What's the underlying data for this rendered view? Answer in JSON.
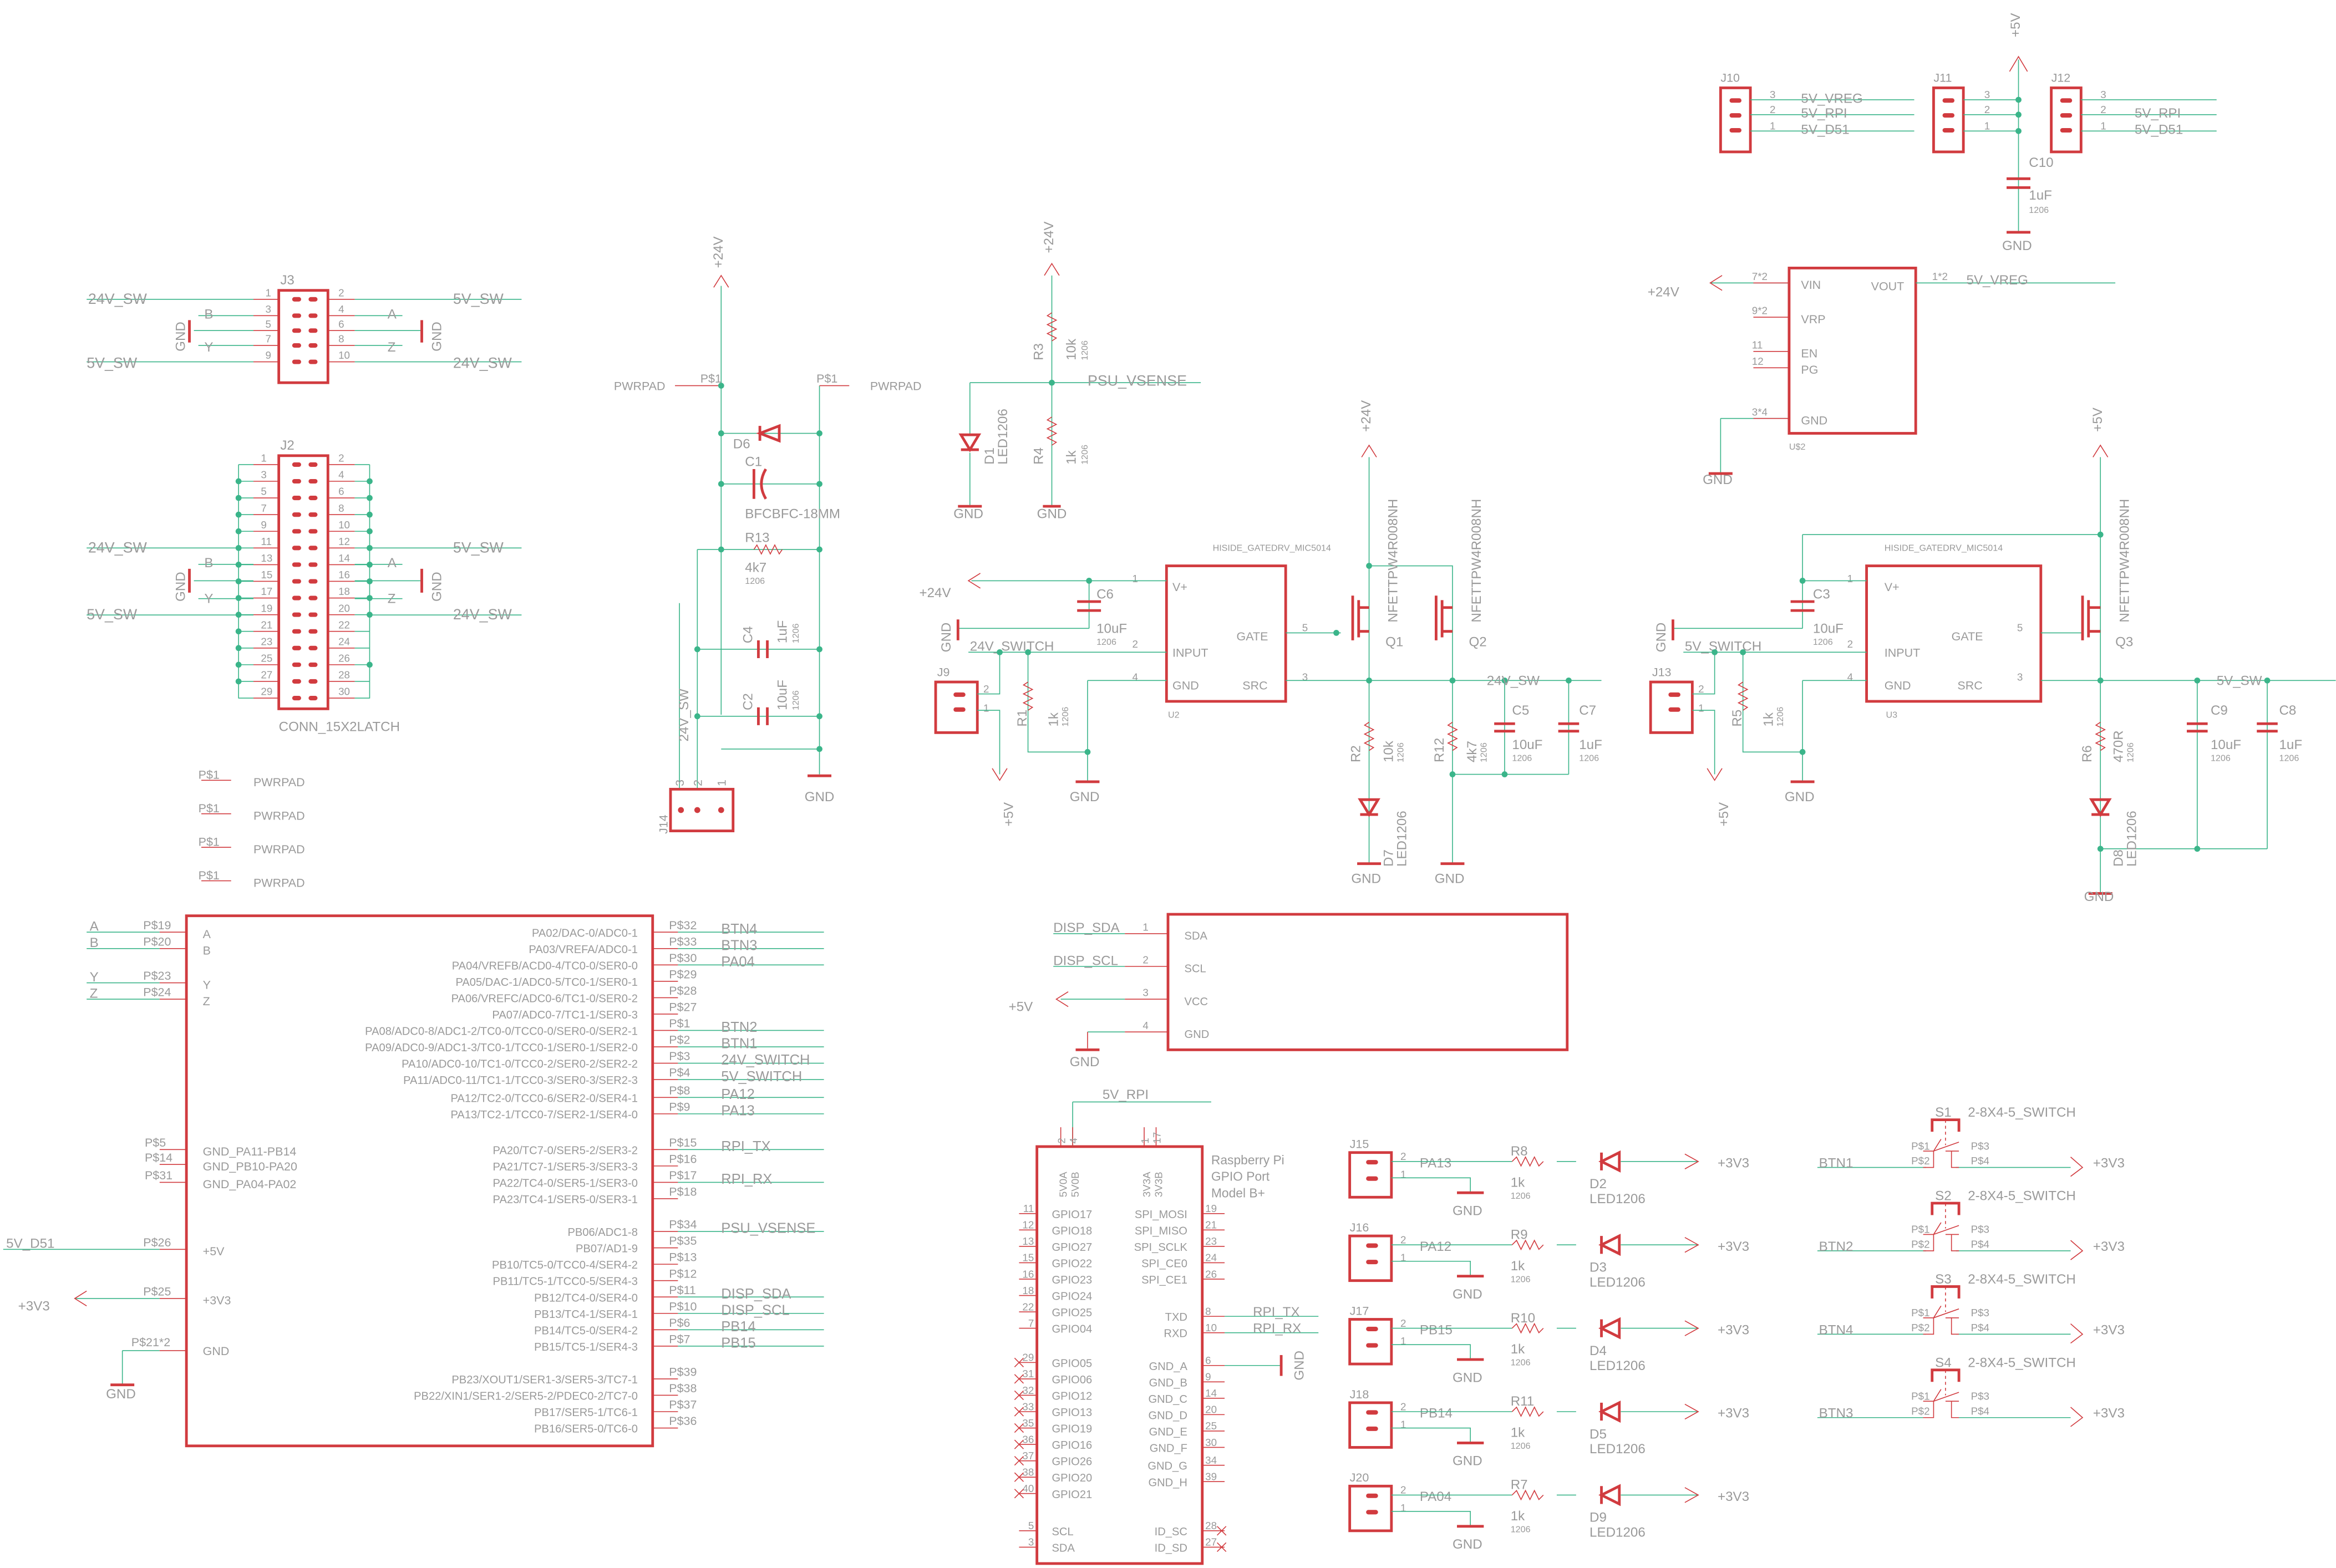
{
  "colors": {
    "wire": "#3bb58a",
    "symbol": "#d13b3f",
    "text": "#9a9a9a"
  },
  "j3": {
    "ref": "J3",
    "left_pins": [
      "1",
      "3",
      "5",
      "7",
      "9"
    ],
    "right_pins": [
      "2",
      "4",
      "6",
      "8",
      "10"
    ],
    "left_nets": [
      "24V_SW",
      "B",
      "",
      "Y",
      "5V_SW"
    ],
    "right_nets": [
      "5V_SW",
      "A",
      "",
      "Z",
      "24V_SW"
    ],
    "gnd": "GND"
  },
  "j2": {
    "ref": "J2",
    "part": "CONN_15X2LATCH",
    "left_pins": [
      "1",
      "3",
      "5",
      "7",
      "9",
      "11",
      "13",
      "15",
      "17",
      "19",
      "21",
      "23",
      "25",
      "27",
      "29"
    ],
    "right_pins": [
      "2",
      "4",
      "6",
      "8",
      "10",
      "12",
      "14",
      "16",
      "18",
      "20",
      "22",
      "24",
      "26",
      "28",
      "30"
    ],
    "net_24v_l": "24V_SW",
    "net_b": "B",
    "net_y": "Y",
    "net_5v_l": "5V_SW",
    "net_5v_r": "5V_SW",
    "net_a": "A",
    "net_z": "Z",
    "net_24v_r": "24V_SW",
    "gnd": "GND"
  },
  "pwrpads": [
    {
      "pin": "P$1",
      "name": "PWRPAD"
    },
    {
      "pin": "P$1",
      "name": "PWRPAD"
    },
    {
      "pin": "P$1",
      "name": "PWRPAD"
    },
    {
      "pin": "P$1",
      "name": "PWRPAD"
    }
  ],
  "psu_input": {
    "supply": "+24V",
    "pad_left": {
      "pin": "P$1",
      "name": "PWRPAD"
    },
    "pad_right": {
      "pin": "P$1",
      "name": "PWRPAD"
    },
    "d6": "D6",
    "c1": "C1",
    "c1_val": "BFCBFC-18MM",
    "r13": "R13",
    "r13_val": "4k7",
    "r13_pkg": "1206",
    "c4": "C4",
    "c4_val": "1uF",
    "c4_pkg": "1206",
    "c2": "C2",
    "c2_val": "10uF",
    "c2_pkg": "1206",
    "j14": "J14",
    "j14_pins": [
      "3",
      "2",
      "1"
    ],
    "net": "24V_SW",
    "gnd": "GND"
  },
  "vsense": {
    "supply": "+24V",
    "r3": "R3",
    "r3_val": "10k",
    "r3_pkg": "1206",
    "r4": "R4",
    "r4_val": "1k",
    "r4_pkg": "1206",
    "d1": "D1",
    "d1_val": "LED1206",
    "net": "PSU_VSENSE",
    "gnd": "GND"
  },
  "u2": {
    "title": "HISIDE_GATEDRV_MIC5014",
    "ref": "U2",
    "pins": {
      "vplus": "V+",
      "input": "INPUT",
      "gnd": "GND",
      "gate": "GATE",
      "src": "SRC"
    },
    "pin_nums": {
      "vplus": "1",
      "input": "2",
      "gnd": "4",
      "gate": "5",
      "src": "3"
    },
    "supply": "+24V",
    "supply2": "+24V",
    "c6": "C6",
    "c6_val": "10uF",
    "c6_pkg": "1206",
    "net_in": "24V_SWITCH",
    "j9": "J9",
    "j9_pins": [
      "2",
      "1"
    ],
    "r1": "R1",
    "r1_val": "1k",
    "r1_pkg": "1206",
    "plus5": "+5V",
    "q1": "Q1",
    "q2": "Q2",
    "fet": "NFETTPW4R008NH",
    "net_out": "24V_SW",
    "c5": "C5",
    "c5_val": "10uF",
    "c5_pkg": "1206",
    "c7": "C7",
    "c7_val": "1uF",
    "c7_pkg": "1206",
    "r2": "R2",
    "r2_val": "10k",
    "r2_pkg": "1206",
    "r12": "R12",
    "r12_val": "4k7",
    "r12_pkg": "1206",
    "d7": "D7",
    "d7_val": "LED1206",
    "gnd": "GND"
  },
  "power_sel": {
    "plus5": "+5V",
    "j10": "J10",
    "j11": "J11",
    "j12": "J12",
    "pins": [
      "3",
      "2",
      "1"
    ],
    "nets_left": [
      "5V_VREG",
      "5V_RPI",
      "5V_D51"
    ],
    "nets_right": [
      "5V_RPI",
      "5V_D51"
    ],
    "c10": "C10",
    "c10_val": "1uF",
    "c10_pkg": "1206",
    "gnd": "GND"
  },
  "us2": {
    "ref": "U$2",
    "supply": "+24V",
    "pins_left": [
      {
        "num": "7*2",
        "name": "VIN"
      },
      {
        "num": "9*2",
        "name": "VRP"
      },
      {
        "num": "11",
        "name": "EN"
      },
      {
        "num": "12",
        "name": "PG"
      },
      {
        "num": "3*4",
        "name": "GND"
      }
    ],
    "pin_right": {
      "num": "1*2",
      "name": "VOUT"
    },
    "net_out": "5V_VREG",
    "gnd": "GND"
  },
  "u3": {
    "title": "HISIDE_GATEDRV_MIC5014",
    "ref": "U3",
    "pins": {
      "vplus": "V+",
      "input": "INPUT",
      "gnd": "GND",
      "gate": "GATE",
      "src": "SRC"
    },
    "pin_nums": {
      "vplus": "1",
      "input": "2",
      "gnd": "4",
      "gate": "5",
      "src": "3"
    },
    "supply": "+5V",
    "c3": "C3",
    "c3_val": "10uF",
    "c3_pkg": "1206",
    "net_in": "5V_SWITCH",
    "j13": "J13",
    "j13_pins": [
      "2",
      "1"
    ],
    "r5": "R5",
    "r5_val": "1k",
    "r5_pkg": "1206",
    "plus5": "+5V",
    "q3": "Q3",
    "fet": "NFETTPW4R008NH",
    "net_out": "5V_SW",
    "c9": "C9",
    "c9_val": "10uF",
    "c9_pkg": "1206",
    "c8": "C8",
    "c8_val": "1uF",
    "c8_pkg": "1206",
    "r6": "R6",
    "r6_val": "470R",
    "r6_pkg": "1206",
    "d8": "D8",
    "d8_val": "LED1206",
    "gnd": "GND"
  },
  "mcu": {
    "left_top": [
      {
        "net": "A",
        "pin": "P$19",
        "name": "A"
      },
      {
        "net": "B",
        "pin": "P$20",
        "name": "B"
      },
      {
        "net": "Y",
        "pin": "P$23",
        "name": "Y"
      },
      {
        "net": "Z",
        "pin": "P$24",
        "name": "Z"
      }
    ],
    "left_gnd": [
      {
        "pin": "P$5",
        "name": "GND_PA11-PB14"
      },
      {
        "pin": "P$14",
        "name": "GND_PB10-PA20"
      },
      {
        "pin": "P$31",
        "name": "GND_PA04-PA02"
      }
    ],
    "left_pwr": [
      {
        "net": "5V_D51",
        "pin": "P$26",
        "name": "+5V"
      },
      {
        "net": "+3V3",
        "pin": "P$25",
        "name": "+3V3"
      },
      {
        "net": "GND",
        "pin": "P$21*2",
        "name": "GND"
      }
    ],
    "right": [
      {
        "name": "PA02/DAC-0/ADC0-1",
        "pin": "P$32",
        "net": "BTN4"
      },
      {
        "name": "PA03/VREFA/ADC0-1",
        "pin": "P$33",
        "net": "BTN3"
      },
      {
        "name": "PA04/VREFB/ACD0-4/TC0-0/SER0-0",
        "pin": "P$30",
        "net": "PA04"
      },
      {
        "name": "PA05/DAC-1/ADC0-5/TC0-1/SER0-1",
        "pin": "P$29",
        "net": ""
      },
      {
        "name": "PA06/VREFC/ADC0-6/TC1-0/SER0-2",
        "pin": "P$28",
        "net": ""
      },
      {
        "name": "PA07/ADC0-7/TC1-1/SER0-3",
        "pin": "P$27",
        "net": ""
      },
      {
        "name": "PA08/ADC0-8/ADC1-2/TC0-0/TCC0-0/SER0-0/SER2-1",
        "pin": "P$1",
        "net": "BTN2"
      },
      {
        "name": "PA09/ADC0-9/ADC1-3/TC0-1/TCC0-1/SER0-1/SER2-0",
        "pin": "P$2",
        "net": "BTN1"
      },
      {
        "name": "PA10/ADC0-10/TC1-0/TCC0-2/SER0-2/SER2-2",
        "pin": "P$3",
        "net": "24V_SWITCH"
      },
      {
        "name": "PA11/ADC0-11/TC1-1/TCC0-3/SER0-3/SER2-3",
        "pin": "P$4",
        "net": "5V_SWITCH"
      },
      {
        "name": "PA12/TC2-0/TCC0-6/SER2-0/SER4-1",
        "pin": "P$8",
        "net": "PA12"
      },
      {
        "name": "PA13/TC2-1/TCC0-7/SER2-1/SER4-0",
        "pin": "P$9",
        "net": "PA13"
      },
      {
        "name": "PA20/TC7-0/SER5-2/SER3-2",
        "pin": "P$15",
        "net": "RPI_TX"
      },
      {
        "name": "PA21/TC7-1/SER5-3/SER3-3",
        "pin": "P$16",
        "net": ""
      },
      {
        "name": "PA22/TC4-0/SER5-1/SER3-0",
        "pin": "P$17",
        "net": "RPI_RX"
      },
      {
        "name": "PA23/TC4-1/SER5-0/SER3-1",
        "pin": "P$18",
        "net": ""
      },
      {
        "name": "PB06/ADC1-8",
        "pin": "P$34",
        "net": "PSU_VSENSE"
      },
      {
        "name": "PB07/AD1-9",
        "pin": "P$35",
        "net": ""
      },
      {
        "name": "PB10/TC5-0/TCC0-4/SER4-2",
        "pin": "P$13",
        "net": ""
      },
      {
        "name": "PB11/TC5-1/TCC0-5/SER4-3",
        "pin": "P$12",
        "net": ""
      },
      {
        "name": "PB12/TC4-0/SER4-0",
        "pin": "P$11",
        "net": "DISP_SDA"
      },
      {
        "name": "PB13/TC4-1/SER4-1",
        "pin": "P$10",
        "net": "DISP_SCL"
      },
      {
        "name": "PB14/TC5-0/SER4-2",
        "pin": "P$6",
        "net": "PB14"
      },
      {
        "name": "PB15/TC5-1/SER4-3",
        "pin": "P$7",
        "net": "PB15"
      },
      {
        "name": "PB23/XOUT1/SER1-3/SER5-3/TC7-1",
        "pin": "P$39",
        "net": ""
      },
      {
        "name": "PB22/XIN1/SER1-2/SER5-2/PDEC0-2/TC7-0",
        "pin": "P$38",
        "net": ""
      },
      {
        "name": "PB17/SER5-1/TC6-1",
        "pin": "P$37",
        "net": ""
      },
      {
        "name": "PB16/SER5-0/TC6-0",
        "pin": "P$36",
        "net": ""
      }
    ]
  },
  "display": {
    "pins": [
      {
        "net": "DISP_SDA",
        "num": "1",
        "name": "SDA"
      },
      {
        "net": "DISP_SCL",
        "num": "2",
        "name": "SCL"
      },
      {
        "net": "+5V",
        "num": "3",
        "name": "VCC"
      },
      {
        "net": "GND",
        "num": "4",
        "name": "GND"
      }
    ]
  },
  "rpi": {
    "net_top": "5V_RPI",
    "title": [
      "Raspberry Pi",
      "GPIO Port",
      "Model B+"
    ],
    "top_pins": [
      {
        "num": "2",
        "name": "5V0A"
      },
      {
        "num": "4",
        "name": "5V0B"
      },
      {
        "num": "1",
        "name": "3V3A"
      },
      {
        "num": "17",
        "name": "3V3B"
      }
    ],
    "left": [
      {
        "num": "11",
        "name": "GPIO17"
      },
      {
        "num": "12",
        "name": "GPIO18"
      },
      {
        "num": "13",
        "name": "GPIO27"
      },
      {
        "num": "15",
        "name": "GPIO22"
      },
      {
        "num": "16",
        "name": "GPIO23"
      },
      {
        "num": "18",
        "name": "GPIO24"
      },
      {
        "num": "22",
        "name": "GPIO25"
      },
      {
        "num": "7",
        "name": "GPIO04"
      },
      {
        "num": "29",
        "name": "GPIO05"
      },
      {
        "num": "31",
        "name": "GPIO06"
      },
      {
        "num": "32",
        "name": "GPIO12"
      },
      {
        "num": "33",
        "name": "GPIO13"
      },
      {
        "num": "35",
        "name": "GPIO19"
      },
      {
        "num": "36",
        "name": "GPIO16"
      },
      {
        "num": "37",
        "name": "GPIO26"
      },
      {
        "num": "38",
        "name": "GPIO20"
      },
      {
        "num": "40",
        "name": "GPIO21"
      },
      {
        "num": "5",
        "name": "SCL"
      },
      {
        "num": "3",
        "name": "SDA"
      }
    ],
    "right": [
      {
        "num": "19",
        "name": "SPI_MOSI"
      },
      {
        "num": "21",
        "name": "SPI_MISO"
      },
      {
        "num": "23",
        "name": "SPI_SCLK"
      },
      {
        "num": "24",
        "name": "SPI_CE0"
      },
      {
        "num": "26",
        "name": "SPI_CE1"
      },
      {
        "num": "8",
        "name": "TXD",
        "net": "RPI_TX"
      },
      {
        "num": "10",
        "name": "RXD",
        "net": "RPI_RX"
      },
      {
        "num": "6",
        "name": "GND_A",
        "net": "GND"
      },
      {
        "num": "9",
        "name": "GND_B"
      },
      {
        "num": "14",
        "name": "GND_C"
      },
      {
        "num": "20",
        "name": "GND_D"
      },
      {
        "num": "25",
        "name": "GND_E"
      },
      {
        "num": "30",
        "name": "GND_F"
      },
      {
        "num": "34",
        "name": "GND_G"
      },
      {
        "num": "39",
        "name": "GND_H"
      },
      {
        "num": "28",
        "name": "ID_SC"
      },
      {
        "num": "27",
        "name": "ID_SD"
      }
    ]
  },
  "leds": [
    {
      "j": "J15",
      "net": "PA13",
      "r": "R8",
      "rv": "1k",
      "pkg": "1206",
      "d": "D2",
      "dv": "LED1206",
      "pwr": "+3V3",
      "gnd": "GND",
      "p2": "2",
      "p1": "1"
    },
    {
      "j": "J16",
      "net": "PA12",
      "r": "R9",
      "rv": "1k",
      "pkg": "1206",
      "d": "D3",
      "dv": "LED1206",
      "pwr": "+3V3",
      "gnd": "GND",
      "p2": "2",
      "p1": "1"
    },
    {
      "j": "J17",
      "net": "PB15",
      "r": "R10",
      "rv": "1k",
      "pkg": "1206",
      "d": "D4",
      "dv": "LED1206",
      "pwr": "+3V3",
      "gnd": "GND",
      "p2": "2",
      "p1": "1"
    },
    {
      "j": "J18",
      "net": "PB14",
      "r": "R11",
      "rv": "1k",
      "pkg": "1206",
      "d": "D5",
      "dv": "LED1206",
      "pwr": "+3V3",
      "gnd": "GND",
      "p2": "2",
      "p1": "1"
    },
    {
      "j": "J20",
      "net": "PA04",
      "r": "R7",
      "rv": "1k",
      "pkg": "1206",
      "d": "D9",
      "dv": "LED1206",
      "pwr": "+3V3",
      "gnd": "GND",
      "p2": "2",
      "p1": "1"
    }
  ],
  "switches": [
    {
      "ref": "S1",
      "part": "2-8X4-5_SWITCH",
      "net": "BTN1",
      "p1": "P$1",
      "p2": "P$2",
      "p3": "P$3",
      "p4": "P$4",
      "pwr": "+3V3"
    },
    {
      "ref": "S2",
      "part": "2-8X4-5_SWITCH",
      "net": "BTN2",
      "p1": "P$1",
      "p2": "P$2",
      "p3": "P$3",
      "p4": "P$4",
      "pwr": "+3V3"
    },
    {
      "ref": "S3",
      "part": "2-8X4-5_SWITCH",
      "net": "BTN4",
      "p1": "P$1",
      "p2": "P$2",
      "p3": "P$3",
      "p4": "P$4",
      "pwr": "+3V3"
    },
    {
      "ref": "S4",
      "part": "2-8X4-5_SWITCH",
      "net": "BTN3",
      "p1": "P$1",
      "p2": "P$2",
      "p3": "P$3",
      "p4": "P$4",
      "pwr": "+3V3"
    }
  ]
}
